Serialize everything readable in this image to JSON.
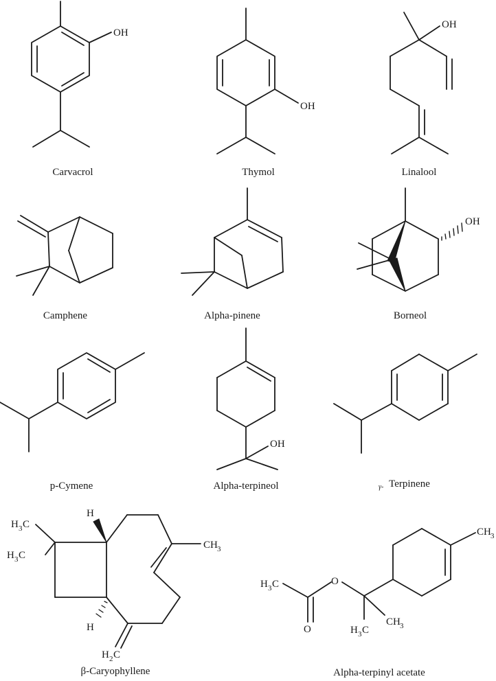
{
  "compounds": [
    {
      "name": "Carvacrol",
      "labels": {
        "oh": "OH"
      }
    },
    {
      "name": "Thymol",
      "labels": {
        "oh": "OH"
      }
    },
    {
      "name": "Linalool",
      "labels": {
        "oh": "OH"
      }
    },
    {
      "name": "Camphene",
      "labels": {}
    },
    {
      "name": "Alpha-pinene",
      "labels": {}
    },
    {
      "name": "Borneol",
      "labels": {
        "oh": "OH"
      }
    },
    {
      "name": "p-Cymene",
      "labels": {}
    },
    {
      "name": "Alpha-terpineol",
      "labels": {
        "oh": "OH"
      }
    },
    {
      "name": "Terpinene",
      "prefix": "γ-",
      "labels": {}
    },
    {
      "name": "β-Caryophyllene",
      "labels": {
        "h_top": "H",
        "h_bottom": "H",
        "h3": "H",
        "sub3": "3",
        "c": "C",
        "ch": "CH",
        "h2c_h": "H",
        "sub2": "2",
        "h2c_c": "C"
      }
    },
    {
      "name": "Alpha-terpinyl acetate",
      "labels": {
        "h3": "H",
        "sub3": "3",
        "c": "C",
        "o": "O",
        "ch": "CH"
      }
    }
  ]
}
